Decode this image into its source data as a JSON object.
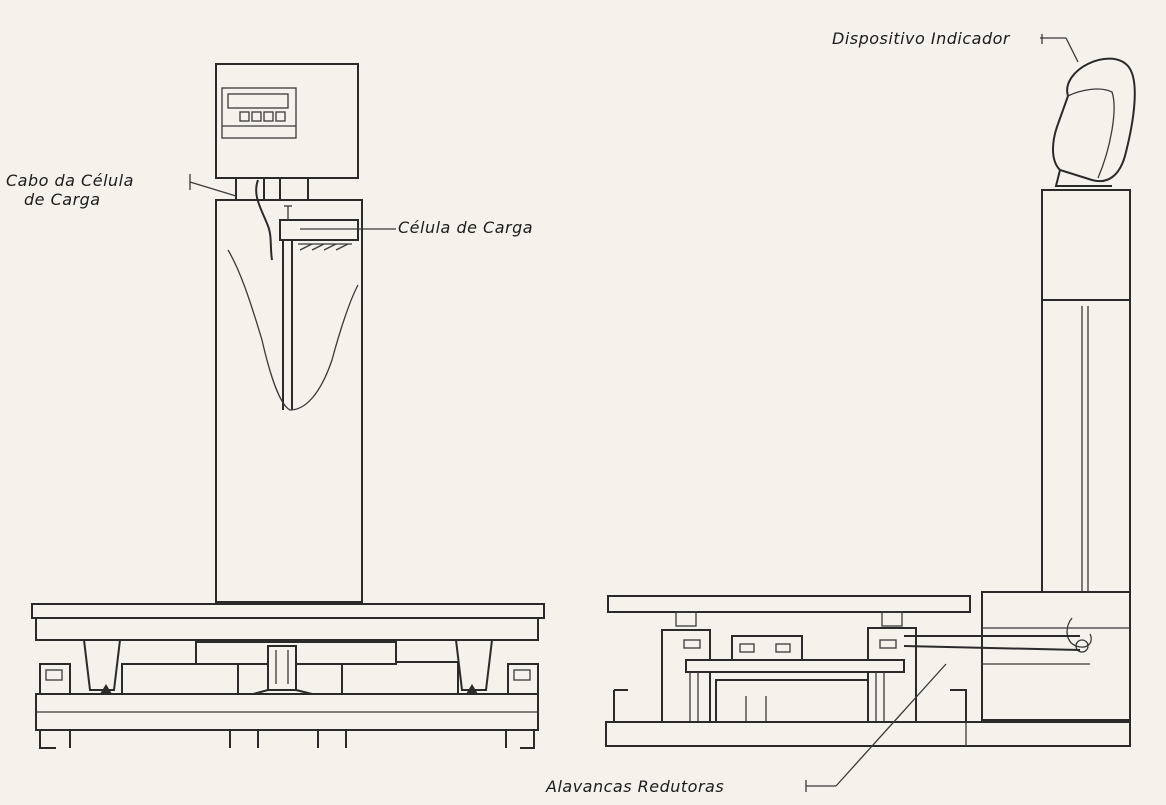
{
  "labels": {
    "load_cell_cable": [
      "Cabo da Célula",
      "de Carga"
    ],
    "load_cell": "Célula de Carga",
    "indicator_device": "Dispositivo Indicador",
    "reduction_levers": "Alavancas Redutoras"
  }
}
